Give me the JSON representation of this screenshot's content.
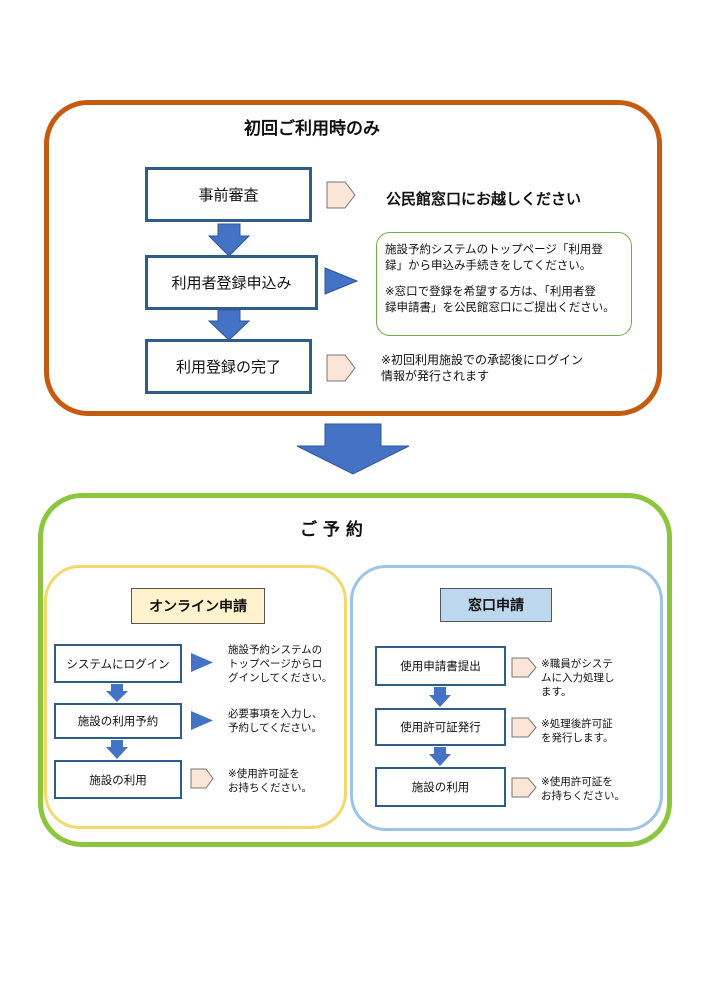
{
  "top_panel": {
    "title": "初回ご利用時のみ",
    "steps": [
      {
        "label": "事前審査"
      },
      {
        "label": "利用者登録申込み"
      },
      {
        "label": "利用登録の完了"
      }
    ],
    "notes": {
      "step1": "公民館窓口にお越しください",
      "step2_line1": "施設予約システムのトップページ「利用登",
      "step2_line2": "録」から申込み手続きをしてください。",
      "step2_line3": "※窓口で登録を希望する方は、「利用者登",
      "step2_line4": "録申請書」を公民館窓口にご提出ください。",
      "step3_line1": "※初回利用施設での承認後にログイン",
      "step3_line2": "情報が発行されます"
    }
  },
  "bottom_panel": {
    "title": "ご 予 約",
    "online": {
      "heading": "オンライン申請",
      "steps": [
        {
          "label": "システムにログイン"
        },
        {
          "label": "施設の利用予約"
        },
        {
          "label": "施設の利用"
        }
      ],
      "notes": {
        "n1_l1": "施設予約システムの",
        "n1_l2": "トップページからロ",
        "n1_l3": "グインしてください。",
        "n2_l1": "必要事項を入力し、",
        "n2_l2": "予約してください。",
        "n3_l1": "※使用許可証を",
        "n3_l2": "お持ちください。"
      }
    },
    "counter": {
      "heading": "窓口申請",
      "steps": [
        {
          "label": "使用申請書提出"
        },
        {
          "label": "使用許可証発行"
        },
        {
          "label": "施設の利用"
        }
      ],
      "notes": {
        "n1_l1": "※職員がシステ",
        "n1_l2": "ムに入力処理し",
        "n1_l3": "ます。",
        "n2_l1": "※処理後許可証",
        "n2_l2": "を発行します。",
        "n3_l1": "※使用許可証を",
        "n3_l2": "お持ちください。"
      }
    }
  },
  "colors": {
    "top_border": "#c55a11",
    "bottom_border": "#8cc63f",
    "online_border": "#f5d76e",
    "counter_border": "#9dc3e6",
    "step_border": "#2f5d8a",
    "arrow_fill": "#4472c4",
    "tag_fill": "#fbe5d6",
    "online_heading_bg": "#fff2cc",
    "counter_heading_bg": "#bdd7ee"
  }
}
